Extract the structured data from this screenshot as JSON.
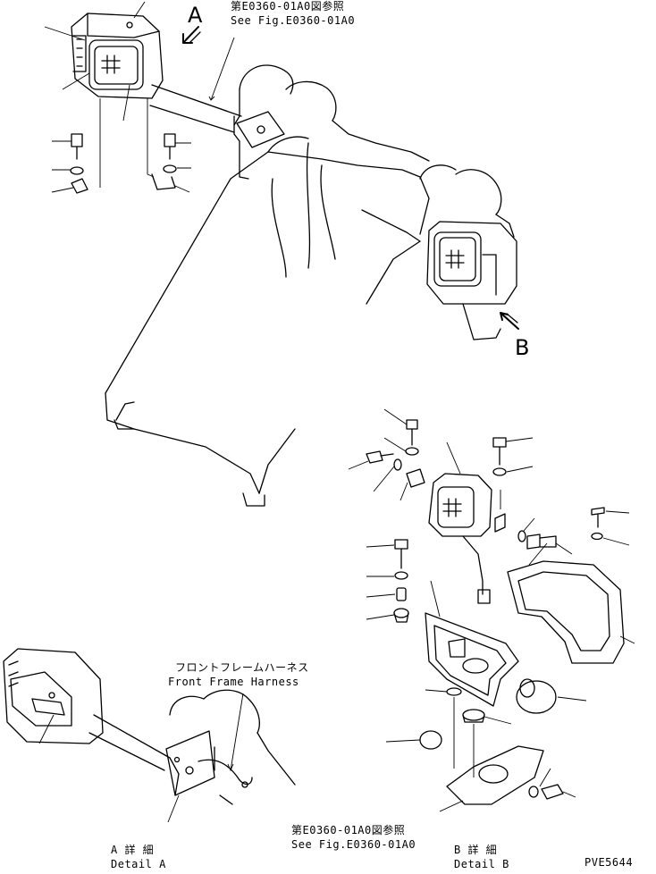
{
  "figure": {
    "code": "PVE5644",
    "view_a_letter": "A",
    "view_b_letter": "B",
    "ref_top": {
      "jp": "第E0360-01A0図参照",
      "en": "See Fig.E0360-01A0"
    },
    "ref_bottom": {
      "jp": "第E0360-01A0図参照",
      "en": "See Fig.E0360-01A0"
    },
    "harness": {
      "jp": "フロントフレームハーネス",
      "en": "Front Frame Harness"
    },
    "detail_a": {
      "jp": "A 詳 細",
      "en": "Detail A"
    },
    "detail_b": {
      "jp": "B 詳 細",
      "en": "Detail B"
    }
  }
}
